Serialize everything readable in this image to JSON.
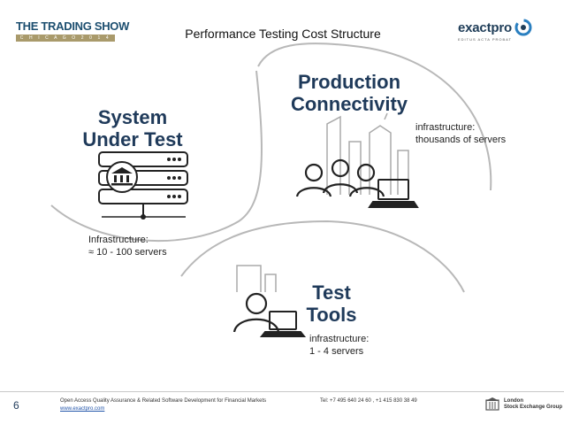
{
  "header": {
    "logo_left_main": "THE TRADING SHOW",
    "logo_left_sub": "C H I C A G O   2 0 1 4",
    "title": "Performance Testing Cost Structure",
    "logo_right_word": "exactpro",
    "logo_right_tag": "EDITUS ACTA PROBAT"
  },
  "segments": [
    {
      "title_line1": "System",
      "title_line2": "Under Test",
      "infra_line1": "Infrastructure:",
      "infra_line2": "≈ 10 - 100 servers"
    },
    {
      "title_line1": "Production",
      "title_line2": "Connectivity",
      "infra_line1": "infrastructure:",
      "infra_line2": "thousands of servers"
    },
    {
      "title_line1": "Test",
      "title_line2": "Tools",
      "infra_line1": "infrastructure:",
      "infra_line2": "1 - 4 servers"
    }
  ],
  "footer": {
    "page_number": "6",
    "line1": "Open Access Quality Assurance & Related Software Development for Financial Markets",
    "link": "www.exactpro.com",
    "phone": "Tel: +7 495 640 24 60 ,  +1 415 830 38 49",
    "lse_line1": "London",
    "lse_line2": "Stock Exchange Group"
  },
  "colors": {
    "accent_blue": "#1f3a5a",
    "gold": "#a99a6b",
    "outline_gray": "#b8b8b8",
    "icon_dark": "#222222"
  }
}
